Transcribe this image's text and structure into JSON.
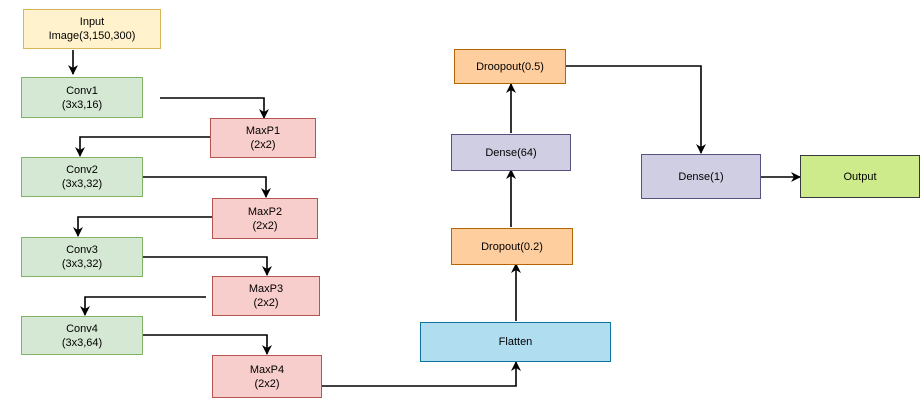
{
  "diagram": {
    "nodes": {
      "input": {
        "line1": "Input",
        "line2": "Image(3,150,300)"
      },
      "conv1": {
        "line1": "Conv1",
        "line2": "(3x3,16)"
      },
      "maxp1": {
        "line1": "MaxP1",
        "line2": "(2x2)"
      },
      "conv2": {
        "line1": "Conv2",
        "line2": "(3x3,32)"
      },
      "maxp2": {
        "line1": "MaxP2",
        "line2": "(2x2)"
      },
      "conv3": {
        "line1": "Conv3",
        "line2": "(3x3,32)"
      },
      "maxp3": {
        "line1": "MaxP3",
        "line2": "(2x2)"
      },
      "conv4": {
        "line1": "Conv4",
        "line2": "(3x3,64)"
      },
      "maxp4": {
        "line1": "MaxP4",
        "line2": "(2x2)"
      },
      "flatten": {
        "line1": "Flatten"
      },
      "dropout1": {
        "line1": "Dropout(0.2)"
      },
      "dense64": {
        "line1": "Dense(64)"
      },
      "dropout2": {
        "line1": "Droopout(0.5)"
      },
      "dense1": {
        "line1": "Dense(1)"
      },
      "output": {
        "line1": "Output"
      }
    },
    "colors": {
      "conv_fill": "#d5e8d4",
      "maxpool_fill": "#f8cecc",
      "input_fill": "#fff2cc",
      "dropout_fill": "#ffce9f",
      "dense_fill": "#d0cee2",
      "flatten_fill": "#b1ddf0",
      "output_fill": "#cdeb8b",
      "edge_color": "#000000"
    }
  }
}
